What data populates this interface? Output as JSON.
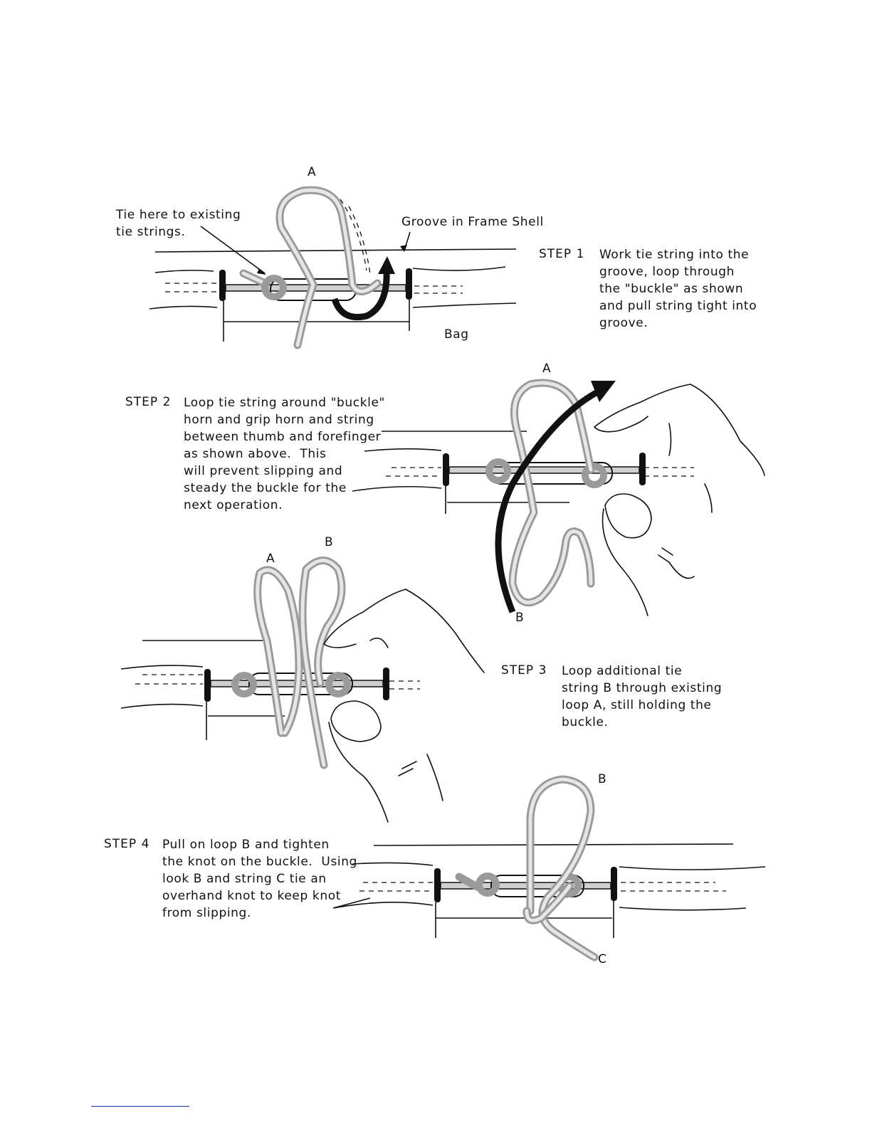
{
  "step1": {
    "label_a": "A",
    "tie_here": [
      "Tie here to existing",
      "tie strings."
    ],
    "groove": "Groove in Frame Shell",
    "bag": "Bag",
    "step": "STEP 1",
    "text": [
      "Work tie string into the",
      "groove, loop through",
      "the \"buckle\" as shown",
      "and pull string tight into",
      "groove."
    ]
  },
  "step2": {
    "label_a": "A",
    "label_b": "B",
    "step": "STEP 2",
    "text": [
      "Loop tie string around \"buckle\"",
      "horn and grip horn and string",
      "between thumb and forefinger",
      "as shown above.  This",
      "will prevent slipping and",
      "steady the buckle for the",
      "next operation."
    ]
  },
  "step3": {
    "label_a": "A",
    "label_b": "B",
    "step": "STEP 3",
    "text": [
      "Loop additional tie",
      "string B through existing",
      "loop A, still holding the",
      "buckle."
    ]
  },
  "step4": {
    "label_b": "B",
    "label_c": "C",
    "step": "STEP 4",
    "text": [
      "Pull on loop B and tighten",
      "the knot on the buckle.  Using",
      "look B and string C tie an",
      "overhand knot to keep knot",
      "from slipping."
    ]
  }
}
